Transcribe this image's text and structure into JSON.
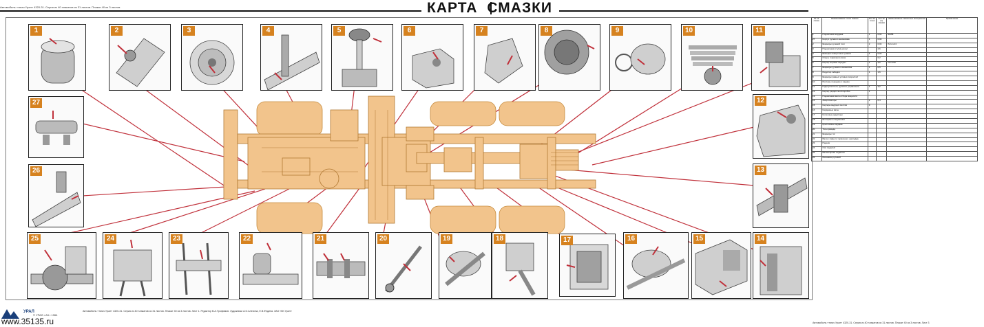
{
  "header": {
    "top_caption": "Автомобиль «тягач Урал» 4320-31. Серия из 40 плакатов из 31 листов. Плакат 40 из 3 листов",
    "title_word1": "КАРТА",
    "title_word2": "СМАЗКИ"
  },
  "panels": [
    {
      "num": "1"
    },
    {
      "num": "2"
    },
    {
      "num": "3"
    },
    {
      "num": "4"
    },
    {
      "num": "5"
    },
    {
      "num": "6"
    },
    {
      "num": "7"
    },
    {
      "num": "8"
    },
    {
      "num": "9"
    },
    {
      "num": "10"
    },
    {
      "num": "11"
    },
    {
      "num": "12"
    },
    {
      "num": "13"
    },
    {
      "num": "14"
    },
    {
      "num": "15"
    },
    {
      "num": "16"
    },
    {
      "num": "17"
    },
    {
      "num": "18"
    },
    {
      "num": "19"
    },
    {
      "num": "20"
    },
    {
      "num": "21"
    },
    {
      "num": "22"
    },
    {
      "num": "23"
    },
    {
      "num": "24"
    },
    {
      "num": "25"
    },
    {
      "num": "26"
    },
    {
      "num": "27"
    }
  ],
  "table": {
    "headers": [
      "№ на схеме",
      "Наименование точек смазки",
      "Кол-во точек",
      "Кол-во (л) смазки",
      "Наименование смазочных материалов",
      "Примечание"
    ],
    "rows": [
      [
        "1",
        "Подшипники кардана",
        "1",
        "0,04",
        "№158",
        ""
      ],
      [
        "27",
        "Корпус рулевого механизма",
        "1",
        "0,04",
        "",
        ""
      ],
      [
        "2",
        "Шарниры рулевой тяги",
        "2",
        "0,02",
        "Литол-24",
        ""
      ],
      [
        "3",
        "Подшипники ступиц колес",
        "",
        "2,6",
        "",
        ""
      ],
      [
        "4",
        "Шкворни поворотных кулаков",
        "4",
        "0,02",
        "",
        ""
      ],
      [
        "5",
        "Опоры тормозного вала",
        "",
        "0,2",
        "",
        ""
      ],
      [
        "6",
        "Картер коробки передач",
        "1",
        "3,5",
        "ТСп-15К",
        ""
      ],
      [
        "7",
        "Шарниры рулевого механизма",
        "1",
        "0,5",
        "",
        ""
      ],
      [
        "8",
        "Редуктор лебедки",
        "1",
        "1,6",
        "",
        ""
      ],
      [
        "9",
        "Шарниры равных угловых скоростей",
        "",
        "",
        "",
        ""
      ],
      [
        "10",
        "Рессоры передние и задние",
        "",
        "",
        "",
        ""
      ],
      [
        "11",
        "Гидроусилитель рулевого управления",
        "1",
        "3,2",
        "",
        ""
      ],
      [
        "12",
        "Картер раздаточной коробки",
        "1",
        "",
        "",
        ""
      ],
      [
        "13",
        "Подшипники вала отбора мощности",
        "",
        "",
        "",
        ""
      ],
      [
        "14",
        "Амортизаторы",
        "2",
        "0,4",
        "",
        ""
      ],
      [
        "15",
        "Картеры ведущих мостов",
        "3",
        "",
        "",
        ""
      ],
      [
        "16",
        "Карданные валы",
        "",
        "",
        "",
        ""
      ],
      [
        "17",
        "Колесные редукторы",
        "",
        "",
        "",
        ""
      ],
      [
        "18",
        "Шлицевые соединения",
        "",
        "",
        "",
        ""
      ],
      [
        "19",
        "Крестовины кардана",
        "",
        "",
        "",
        ""
      ],
      [
        "20",
        "Тяга привода",
        "",
        "",
        "",
        ""
      ],
      [
        "21",
        "Шарниры тяг",
        "",
        "",
        "",
        ""
      ],
      [
        "22",
        "Бачок главного тормозного цилиндра",
        "",
        "",
        "",
        ""
      ],
      [
        "23",
        "Педали",
        "",
        "",
        "",
        ""
      ],
      [
        "24",
        "Оси педалей",
        "",
        "",
        "",
        ""
      ],
      [
        "25",
        "Балансирная подвеска",
        "",
        "",
        "",
        ""
      ],
      [
        "26",
        "Механизм рулевой",
        "",
        "",
        "",
        ""
      ]
    ]
  },
  "footer": {
    "website": "www.35135.ru",
    "logo_text": "УРАЛ",
    "logo_caption": "© УРАЛ • А3 • 1964",
    "footnote": "Автомобиль «тягач Урал» 4320-31. Серия из 40 плакатов из 31 листов. Плакат 40 из 3 листов. Лист 1. Редактор В.А.Трофимов. Художники А.О.Алехина, Е.В.Федина. ЗАО «КК Урал»",
    "right_caption": "Автомобиль «тягач Урал» 4320-31. Серия из 40 плакатов из 31 листов. Плакат 40 из 3 листов. Лист 3"
  },
  "colors": {
    "panel_badge": "#d6821f",
    "chassis_fill": "#f2c48c",
    "chassis_stroke": "#c58a3c",
    "leader_line": "#c0303a"
  }
}
